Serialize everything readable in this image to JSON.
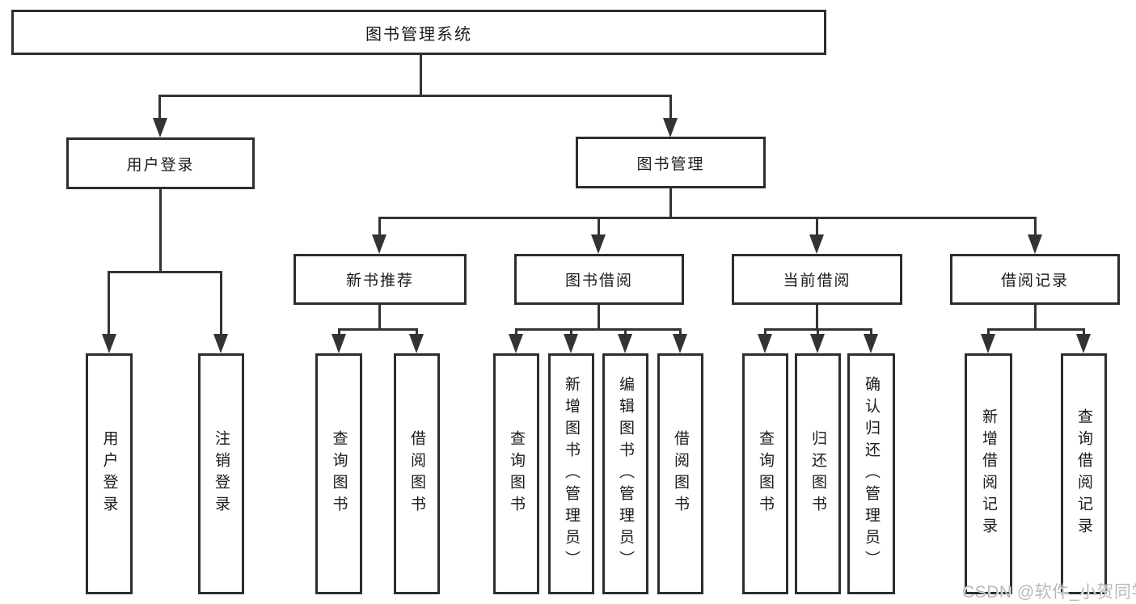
{
  "diagram": {
    "root": {
      "label": "图书管理系统"
    },
    "level2": [
      {
        "label": "用户登录"
      },
      {
        "label": "图书管理"
      }
    ],
    "level3": [
      {
        "label": "新书推荐"
      },
      {
        "label": "图书借阅"
      },
      {
        "label": "当前借阅"
      },
      {
        "label": "借阅记录"
      }
    ],
    "leaves": {
      "user_login": [
        {
          "label": "用户登录"
        },
        {
          "label": "注销登录"
        }
      ],
      "new_book_recommend": [
        {
          "label": "查询图书"
        },
        {
          "label": "借阅图书"
        }
      ],
      "book_borrow": [
        {
          "label": "查询图书"
        },
        {
          "label": "新增图书（管理员）"
        },
        {
          "label": "编辑图书（管理员）"
        },
        {
          "label": "借阅图书"
        }
      ],
      "current_borrow": [
        {
          "label": "查询图书"
        },
        {
          "label": "归还图书"
        },
        {
          "label": "确认归还（管理员）"
        }
      ],
      "borrow_records": [
        {
          "label": "新增借阅记录"
        },
        {
          "label": "查询借阅记录"
        }
      ]
    }
  },
  "watermark": {
    "text": "CSDN @软件_小贺同学"
  },
  "colors": {
    "line": "#333333",
    "box_border": "#2d2d2d",
    "text": "#1a1a1a",
    "background": "#ffffff",
    "watermark": "#b9b9b9"
  }
}
